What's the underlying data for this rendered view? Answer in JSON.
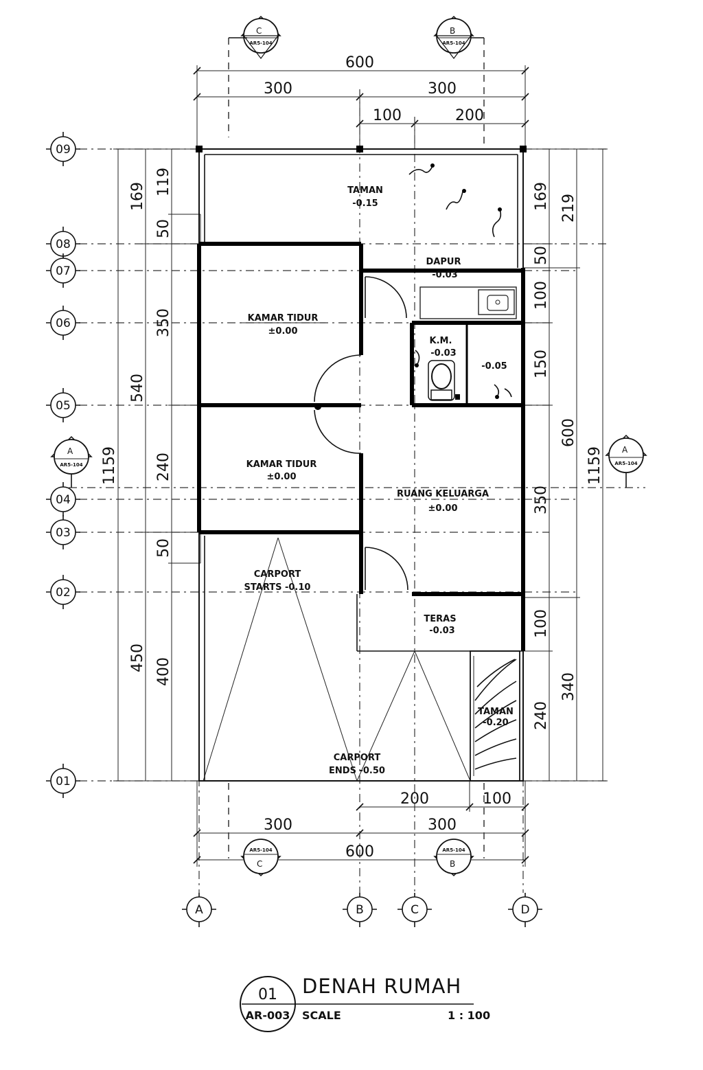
{
  "dimensions": {
    "top_total": "600",
    "top_a": "300",
    "top_b": "300",
    "top_c": "100",
    "top_d": "200",
    "bottom_c": "200",
    "bottom_d": "100",
    "bottom_a": "300",
    "bottom_b": "300",
    "bottom_total": "600",
    "left_169": "169",
    "left_119": "119",
    "left_50a": "50",
    "left_350": "350",
    "left_540": "540",
    "left_1159": "1159",
    "left_240": "240",
    "left_50b": "50",
    "left_450": "450",
    "left_400": "400",
    "right_169": "169",
    "right_219": "219",
    "right_50": "50",
    "right_100a": "100",
    "right_150": "150",
    "right_600": "600",
    "right_350": "350",
    "right_1159": "1159",
    "right_100b": "100",
    "right_340": "340",
    "right_240": "240"
  },
  "grids": {
    "rows": [
      "09",
      "08",
      "07",
      "06",
      "05",
      "04",
      "03",
      "02",
      "01"
    ],
    "cols": [
      "A",
      "B",
      "C",
      "D"
    ]
  },
  "section_tags": {
    "c_letter": "C",
    "b_letter": "B",
    "a_letter": "A",
    "ref": "AR5-104"
  },
  "rooms": {
    "taman": "TAMAN",
    "taman_lvl": "-0.15",
    "dapur": "DAPUR",
    "dapur_lvl": "-0.03",
    "kt1": "KAMAR  TIDUR",
    "kt1_lvl": "±0.00",
    "km": "K.M.",
    "km_lvl": "-0.03",
    "wc_lvl": "-0.05",
    "kt2": "KAMAR  TIDUR",
    "kt2_lvl": "±0.00",
    "ruang": "RUANG  KELUARGA",
    "ruang_lvl": "±0.00",
    "carport_s": "CARPORT",
    "carport_s_lvl": "STARTS  -0.10",
    "teras": "TERAS",
    "teras_lvl": "-0.03",
    "tangga": "TAMAN",
    "tangga_lvl": "-0.20",
    "carport_e": "CARPORT",
    "carport_e_lvl": "ENDS  -0.50"
  },
  "title_block": {
    "number": "01",
    "title": "DENAH RUMAH",
    "sheet": "AR-003",
    "scale_label": "SCALE",
    "scale_value": "1 : 100"
  }
}
